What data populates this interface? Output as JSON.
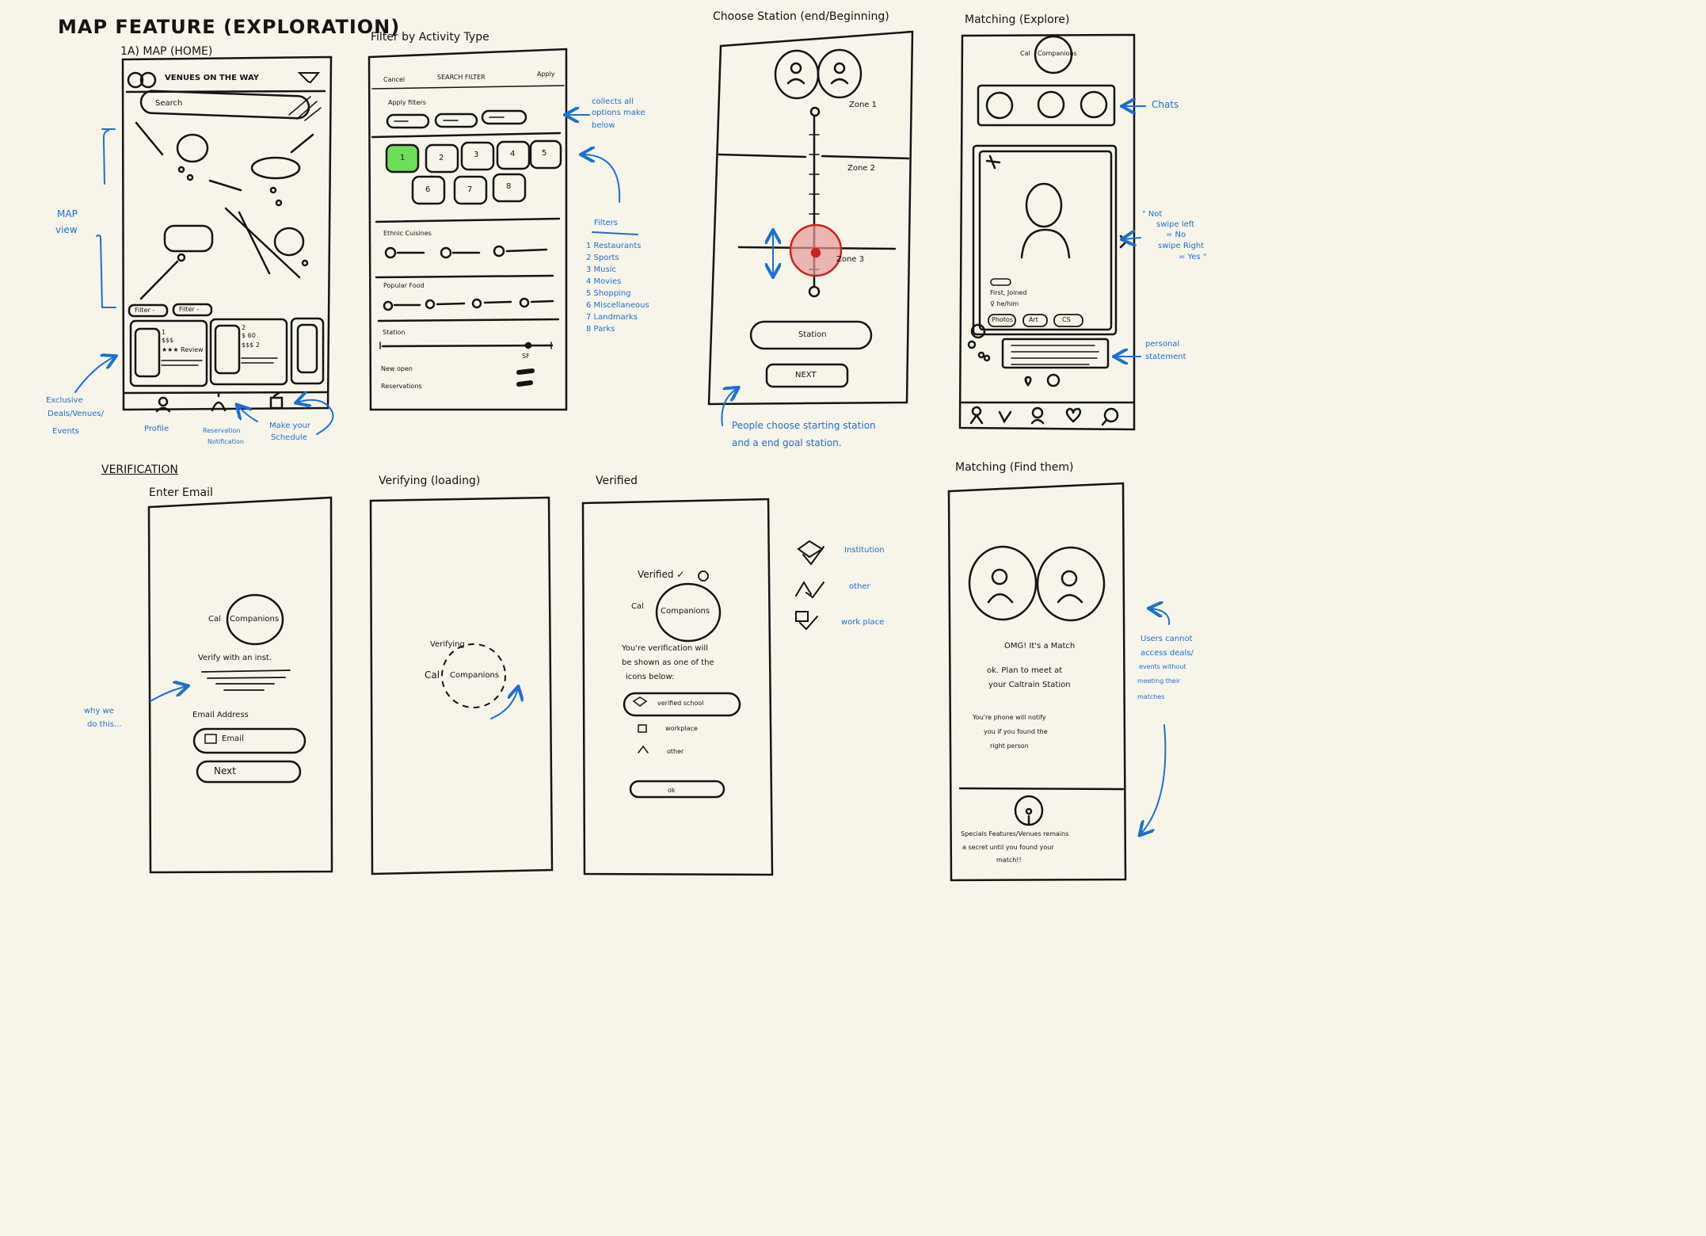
{
  "titles": {
    "main": "MAP FEATURE (EXPLORATION)",
    "map_home": "1A) MAP (HOME)",
    "filter": "Filter by Activity Type",
    "choose_station": "Choose Station (end/Beginning)",
    "matching_explore": "Matching (Explore)",
    "verification": "VERIFICATION",
    "enter_email": "Enter Email",
    "verifying_loading": "Verifying (loading)",
    "verified": "Verified",
    "matching_find": "Matching (Find them)"
  },
  "map_home": {
    "header": "VENUES ON THE WAY",
    "search": "Search",
    "filter_chips": [
      "Filter -",
      "Filter -"
    ],
    "card1_lines": [
      "1",
      "$$$",
      "★★★ Review"
    ],
    "card2_lines": [
      "2",
      "$ 60",
      "$$$ 2"
    ]
  },
  "map_annotations": {
    "map_view": [
      "MAP",
      "view"
    ],
    "exclusive": [
      "Exclusive",
      "Deals/Venues/",
      "Events"
    ],
    "profile": "Profile",
    "reservation": [
      "Reservation",
      "Notification"
    ],
    "schedule": [
      "Make your",
      "Schedule"
    ]
  },
  "filter": {
    "cancel": "Cancel",
    "search_filter": "SEARCH FILTER",
    "apply": "Apply",
    "apply_filters": "Apply filters",
    "numbers": [
      "1",
      "2",
      "3",
      "4",
      "5",
      "6",
      "7",
      "8"
    ],
    "ethnic": "Ethnic Cuisines",
    "popular": "Popular Food",
    "station": "Station",
    "sf": "SF",
    "new_open": "New open",
    "reservations": "Reservations",
    "collects_note": [
      "collects all",
      "options make",
      "below"
    ],
    "filters_heading": "Filters",
    "filters_list": [
      "1 Restaurants",
      "2 Sports",
      "3 Music",
      "4 Movies",
      "5 Shopping",
      "6 Miscellaneous",
      "7 Landmarks",
      "8 Parks"
    ]
  },
  "station": {
    "zone1": "Zone 1",
    "zone2": "Zone 2",
    "zone3": "Zone 3",
    "station_btn": "Station",
    "next_btn": "NEXT",
    "note": [
      "People choose starting station",
      "and a end goal station."
    ]
  },
  "explore": {
    "logo": [
      "Cal",
      "Companions"
    ],
    "name": "First, Joined",
    "pronoun": "♀ he/him",
    "tags": [
      "Photos",
      "Art",
      "CS"
    ],
    "chats": "Chats",
    "swipe": [
      "\" Not",
      "swipe left",
      "= No",
      "swipe Right",
      "= Yes \""
    ],
    "personal": [
      "personal",
      "statement"
    ]
  },
  "enter_email": {
    "logo": [
      "Cal",
      "Companions"
    ],
    "verify": "Verify with an inst.",
    "email_label": "Email Address",
    "email_placeholder": "Email",
    "next": "Next",
    "why": [
      "why we",
      "do this..."
    ]
  },
  "verifying": {
    "text": "Verifying",
    "logo": [
      "Cal",
      "Companions"
    ]
  },
  "verified": {
    "title": "Verified ✓",
    "logo": [
      "Cal",
      "Companions"
    ],
    "msg": [
      "You're verification will",
      "be shown as one of the",
      "icons below:"
    ],
    "options": [
      "verified school",
      "workplace",
      "other"
    ],
    "ok": "ok",
    "legend": [
      "Institution",
      "other",
      "work place"
    ]
  },
  "find": {
    "match": "OMG! It's a Match",
    "plan": [
      "ok. Plan to meet at",
      "your Caltrain Station"
    ],
    "notify": [
      "You're phone will notify",
      "you if you found the",
      "right person"
    ],
    "secret": [
      "Specials Features/Venues remains",
      "a secret until you found your",
      "match!!"
    ],
    "side_note": [
      "Users cannot",
      "access deals/",
      "events without",
      "meeting their",
      "matches"
    ]
  },
  "colors": {
    "ink": "#141414",
    "blue": "#1f6fd1",
    "paper": "#f7f4e9",
    "green": "#6fdc5a",
    "red": "#e06a6a"
  }
}
